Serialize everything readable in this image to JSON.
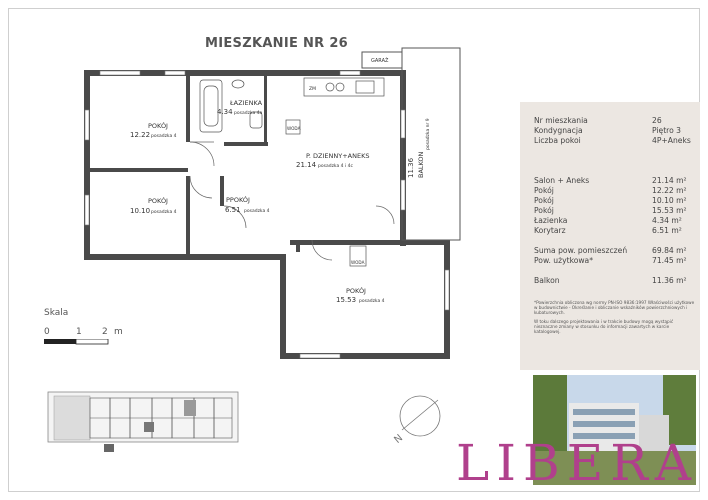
{
  "title": "MIESZKANIE NR 26",
  "rooms": [
    {
      "name": "POKÓJ",
      "area": "12.22",
      "floor": "posadzka 4"
    },
    {
      "name": "ŁAZIENKA",
      "area": "4.34",
      "floor": "posadzka 4a"
    },
    {
      "name": "P. DZIENNY+ANEKS",
      "area": "21.14",
      "floor": "posadzka 4 i 4c"
    },
    {
      "name": "POKÓJ",
      "area": "10.10",
      "floor": "posadzka 4"
    },
    {
      "name": "PPOKÓJ",
      "area": "6.51",
      "floor": "posadzka 4"
    },
    {
      "name": "POKÓJ",
      "area": "15.53",
      "floor": "posadzka 4"
    },
    {
      "name": "BALKON",
      "area": "11.36",
      "floor": "posadzka nr 9"
    }
  ],
  "plan_labels": {
    "garage": "GARAŻ",
    "kitchen_fixture": "ZM",
    "woda_1": "WODA",
    "woda_2": "WODA"
  },
  "info": {
    "rows": [
      {
        "label": "Nr mieszkania",
        "value": "26"
      },
      {
        "label": "Kondygnacja",
        "value": "Piętro 3"
      },
      {
        "label": "Liczba pokoi",
        "value": "4P+Aneks"
      }
    ],
    "areas": [
      {
        "label": "Salon + Aneks",
        "value": "21.14 m²"
      },
      {
        "label": "Pokój",
        "value": "12.22 m²"
      },
      {
        "label": "Pokój",
        "value": "10.10 m²"
      },
      {
        "label": "Pokój",
        "value": "15.53 m²"
      },
      {
        "label": "Łazienka",
        "value": "4.34 m²"
      },
      {
        "label": "Korytarz",
        "value": "6.51 m²"
      }
    ],
    "totals": [
      {
        "label": "Suma pow. pomieszczeń",
        "value": "69.84 m²"
      },
      {
        "label": "Pow. użytkowa*",
        "value": "71.45 m²"
      }
    ],
    "balcony": {
      "label": "Balkon",
      "value": "11.36 m²"
    },
    "note_1": "*Powierzchnia obliczona wg normy PN-ISO 9836:1997 Właściwości użytkowe w budownictwie - Określanie i obliczanie wskaźników powierzchniowych i kubaturowych.",
    "note_2": "W toku dalszego projektowania i w trakcie budowy mogą wystąpić nieznaczne zmiany w stosunku do informacji zawartych w karcie katalogowej."
  },
  "scale": {
    "label": "Skala",
    "ticks": [
      "0",
      "1",
      "2",
      "m"
    ]
  },
  "logo": {
    "text": "LIBERA",
    "color": "#b0408c"
  },
  "colors": {
    "wall": "#4a4a4a",
    "panel": "#ece7e2",
    "accent": "#b0408c"
  }
}
